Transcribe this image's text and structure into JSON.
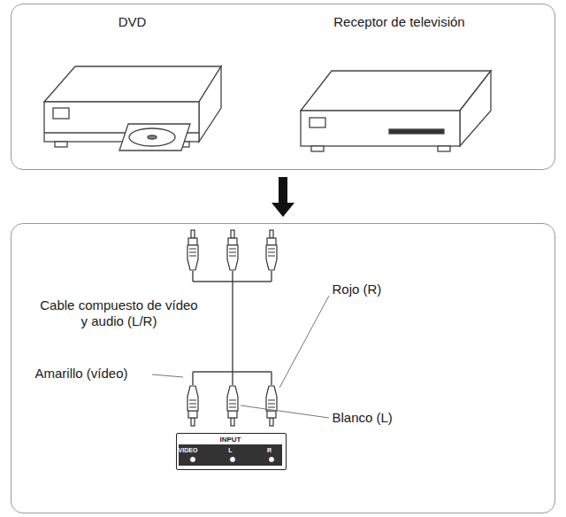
{
  "diagram": {
    "nodes": [
      {
        "text": [
          "DVD",
          "Receptor de televisión"
        ]
      },
      {
        "text": [
          "Cable compuesto de vídeo y audio (L/R)",
          "Rojo (R)",
          "Amarillo (vídeo)",
          "Blanco (L)"
        ]
      },
      {
        "text": [
          "INPUT",
          "VIDEO",
          "L",
          "R"
        ],
        "in": 1
      }
    ],
    "edges": [
      {
        "from": 0,
        "to": 1,
        "arrow": "to"
      }
    ]
  }
}
